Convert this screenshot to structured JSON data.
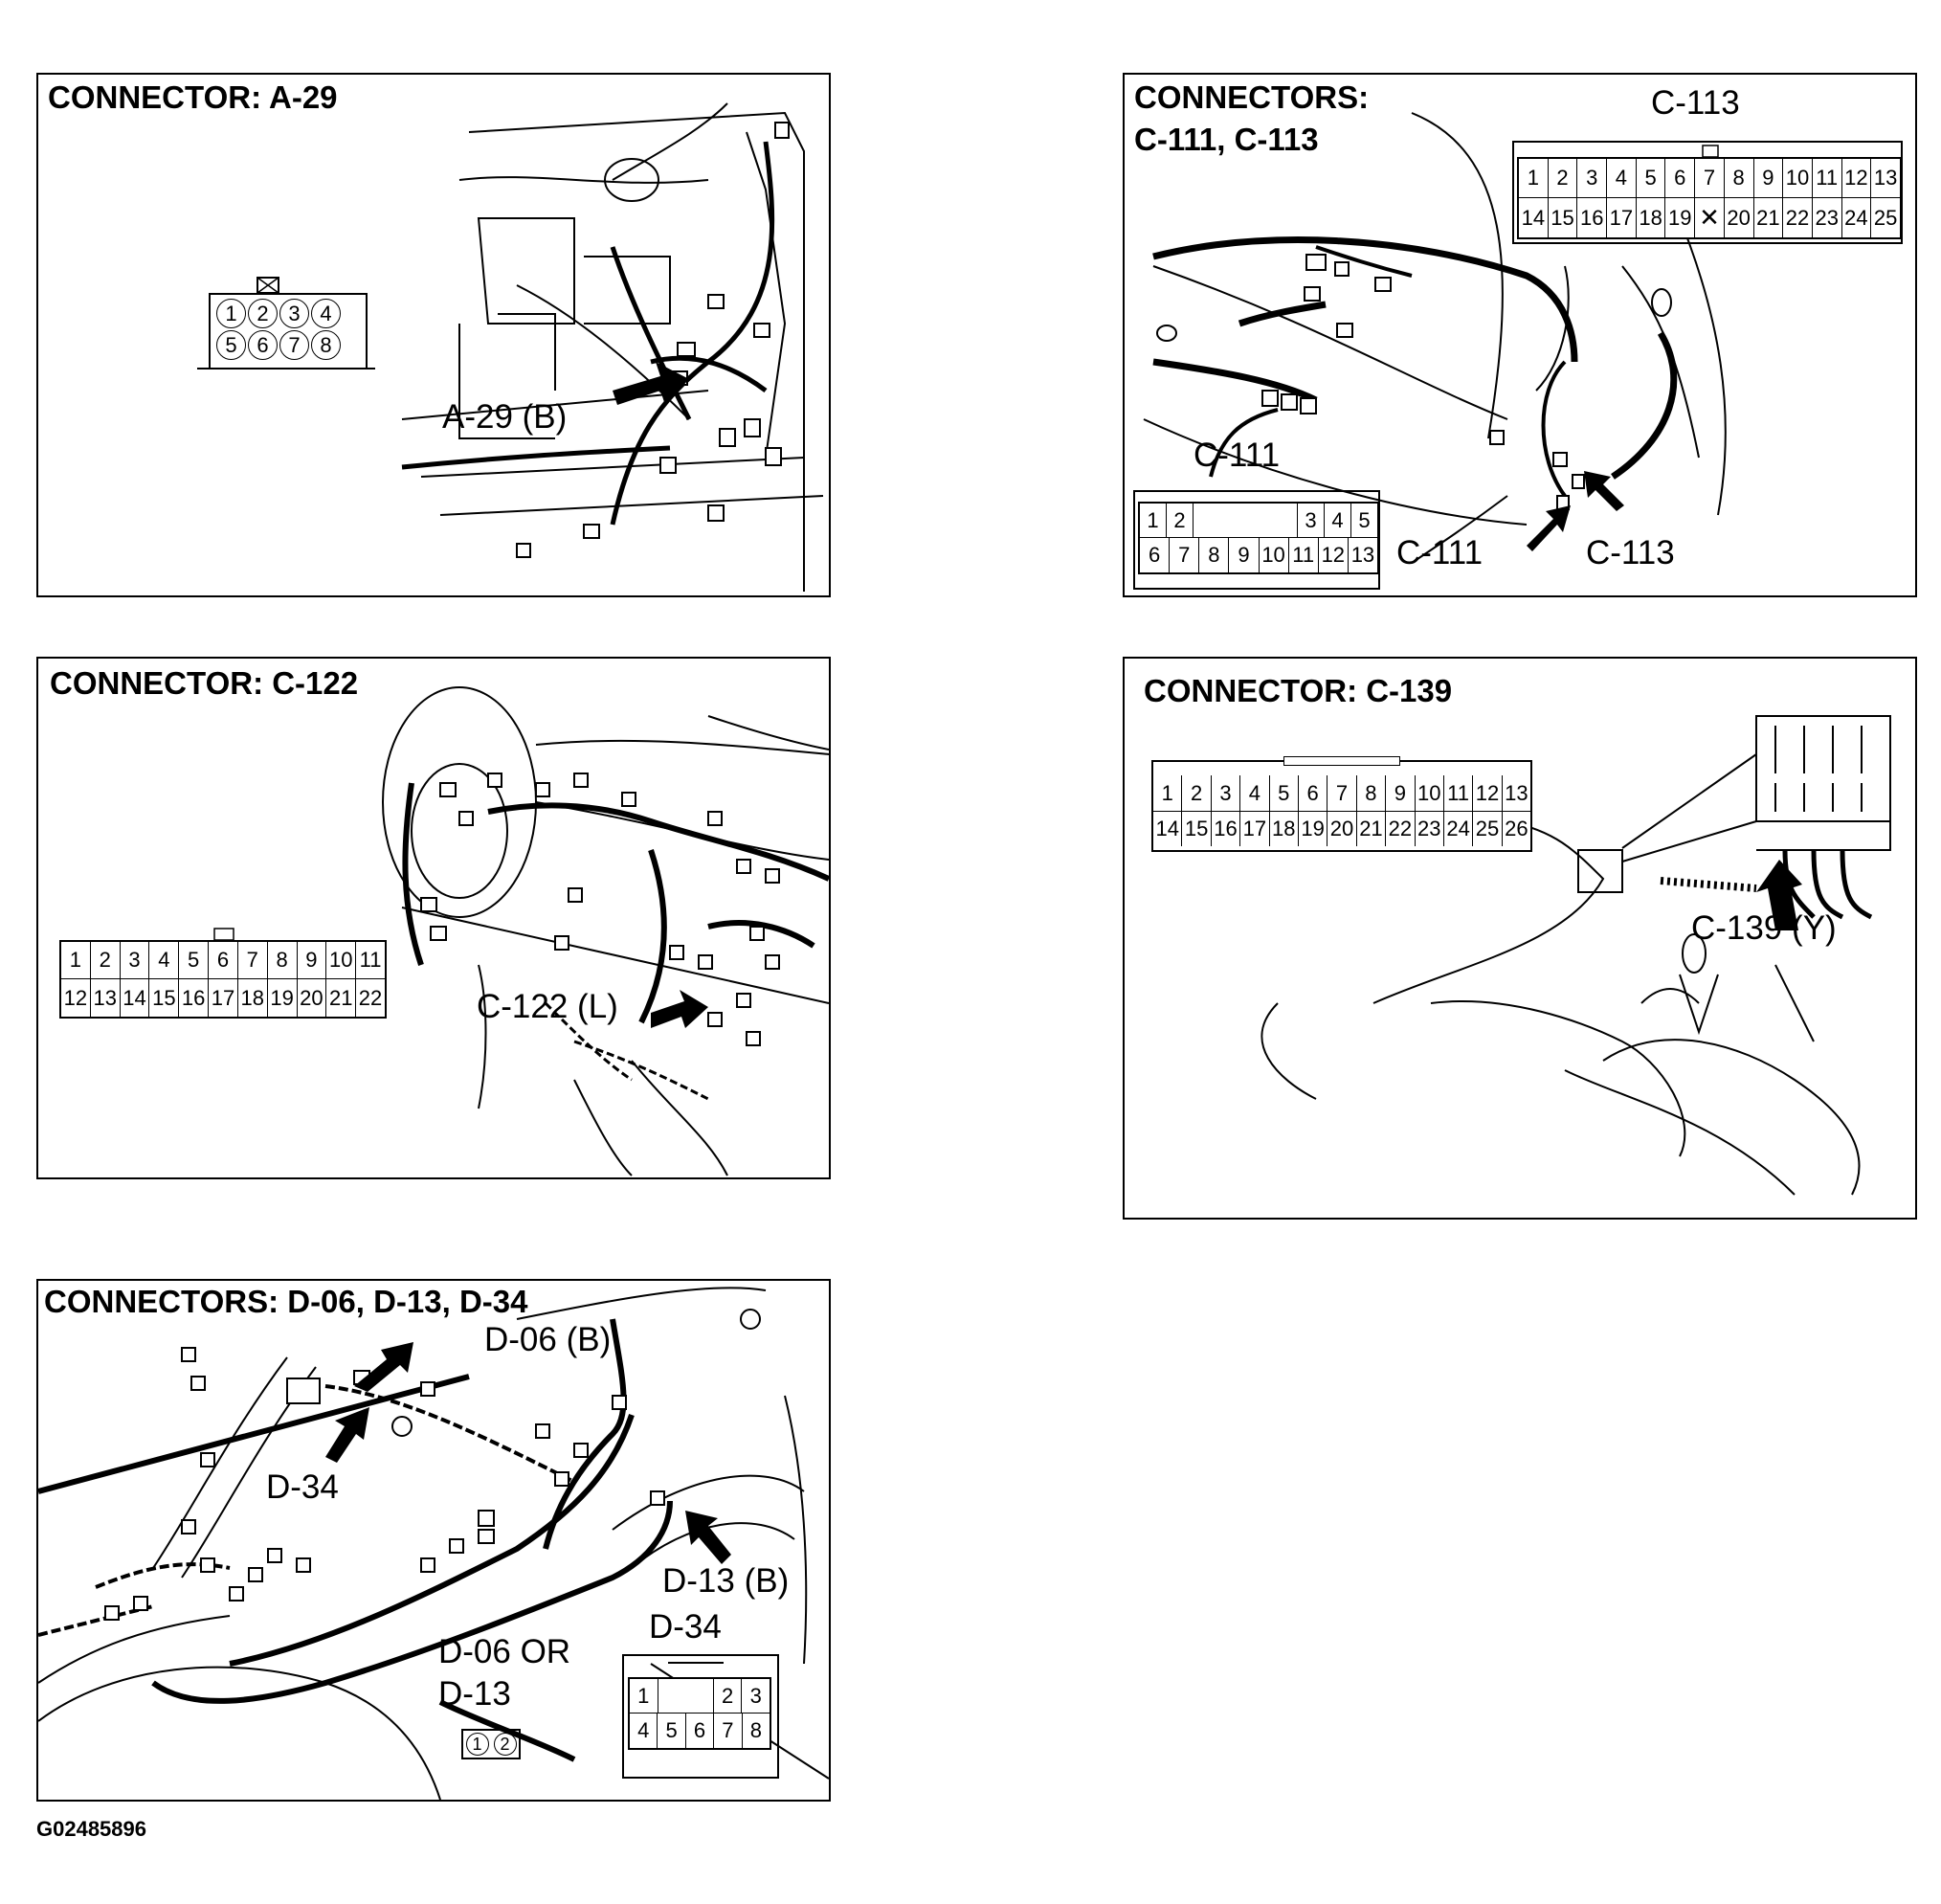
{
  "panels": {
    "a29": {
      "title": "CONNECTOR: A-29",
      "callout": "A-29 (B)",
      "pins_top": [
        "1",
        "2",
        "3",
        "4"
      ],
      "pins_bottom": [
        "5",
        "6",
        "7",
        "8"
      ]
    },
    "c111_113": {
      "title_line1": "CONNECTORS:",
      "title_line2": "C-111, C-113",
      "label_c113_top": "C-113",
      "label_c111_mid": "C-111",
      "callout_c111": "C-111",
      "callout_c113": "C-113",
      "c113_top": [
        "1",
        "2",
        "3",
        "4",
        "5",
        "6",
        "7",
        "8",
        "9",
        "10",
        "11",
        "12",
        "13"
      ],
      "c113_bottom": [
        "14",
        "15",
        "16",
        "17",
        "18",
        "19",
        "✕",
        "20",
        "21",
        "22",
        "23",
        "24",
        "25"
      ],
      "c111_top": [
        "1",
        "2",
        "",
        "",
        "",
        "",
        "3",
        "4",
        "5"
      ],
      "c111_bottom": [
        "6",
        "7",
        "8",
        "9",
        "10",
        "11",
        "12",
        "13"
      ]
    },
    "c122": {
      "title": "CONNECTOR: C-122",
      "callout": "C-122 (L)",
      "pins_top": [
        "1",
        "2",
        "3",
        "4",
        "5",
        "6",
        "7",
        "8",
        "9",
        "10",
        "11"
      ],
      "pins_bottom": [
        "12",
        "13",
        "14",
        "15",
        "16",
        "17",
        "18",
        "19",
        "20",
        "21",
        "22"
      ]
    },
    "c139": {
      "title": "CONNECTOR: C-139",
      "callout": "C-139 (Y)",
      "pins_top": [
        "1",
        "2",
        "3",
        "4",
        "5",
        "6",
        "7",
        "8",
        "9",
        "10",
        "11",
        "12",
        "13"
      ],
      "pins_bottom": [
        "14",
        "15",
        "16",
        "17",
        "18",
        "19",
        "20",
        "21",
        "22",
        "23",
        "24",
        "25",
        "26"
      ]
    },
    "d": {
      "title": "CONNECTORS: D-06, D-13, D-34",
      "callout_d06": "D-06 (B)",
      "callout_d34": "D-34",
      "callout_d13": "D-13 (B)",
      "label_d34": "D-34",
      "label_d06_or": "D-06 OR",
      "label_d13": "D-13",
      "d34_top": [
        "1",
        "",
        "2",
        "3"
      ],
      "d34_bottom": [
        "4",
        "5",
        "6",
        "7",
        "8"
      ],
      "d06_pins": [
        "1",
        "2"
      ]
    }
  },
  "figure_code": "G02485896"
}
